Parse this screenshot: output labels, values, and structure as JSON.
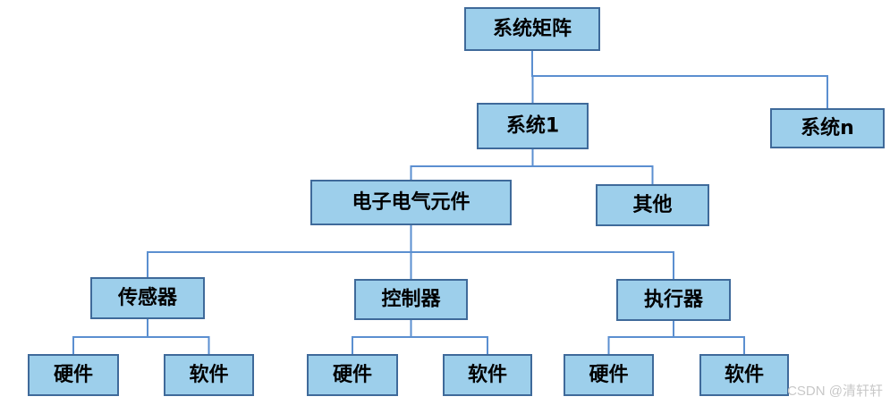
{
  "nodes": {
    "root": "系统矩阵",
    "system1": "系统1",
    "systemn": "系统n",
    "electrical": "电子电气元件",
    "other": "其他",
    "sensor": "传感器",
    "controller": "控制器",
    "actuator": "执行器",
    "sensor_hw": "硬件",
    "sensor_sw": "软件",
    "controller_hw": "硬件",
    "controller_sw": "软件",
    "actuator_hw": "硬件",
    "actuator_sw": "软件"
  },
  "edges": [
    [
      "root",
      "system1"
    ],
    [
      "root",
      "systemn"
    ],
    [
      "system1",
      "electrical"
    ],
    [
      "system1",
      "other"
    ],
    [
      "electrical",
      "sensor"
    ],
    [
      "electrical",
      "controller"
    ],
    [
      "electrical",
      "actuator"
    ],
    [
      "sensor",
      "sensor_hw"
    ],
    [
      "sensor",
      "sensor_sw"
    ],
    [
      "controller",
      "controller_hw"
    ],
    [
      "controller",
      "controller_sw"
    ],
    [
      "actuator",
      "actuator_hw"
    ],
    [
      "actuator",
      "actuator_sw"
    ]
  ],
  "colors": {
    "box_fill": "#9dcfeb",
    "box_stroke": "#3f6a9a",
    "line": "#5b8fd0"
  },
  "watermark": "CSDN @清轩轩"
}
